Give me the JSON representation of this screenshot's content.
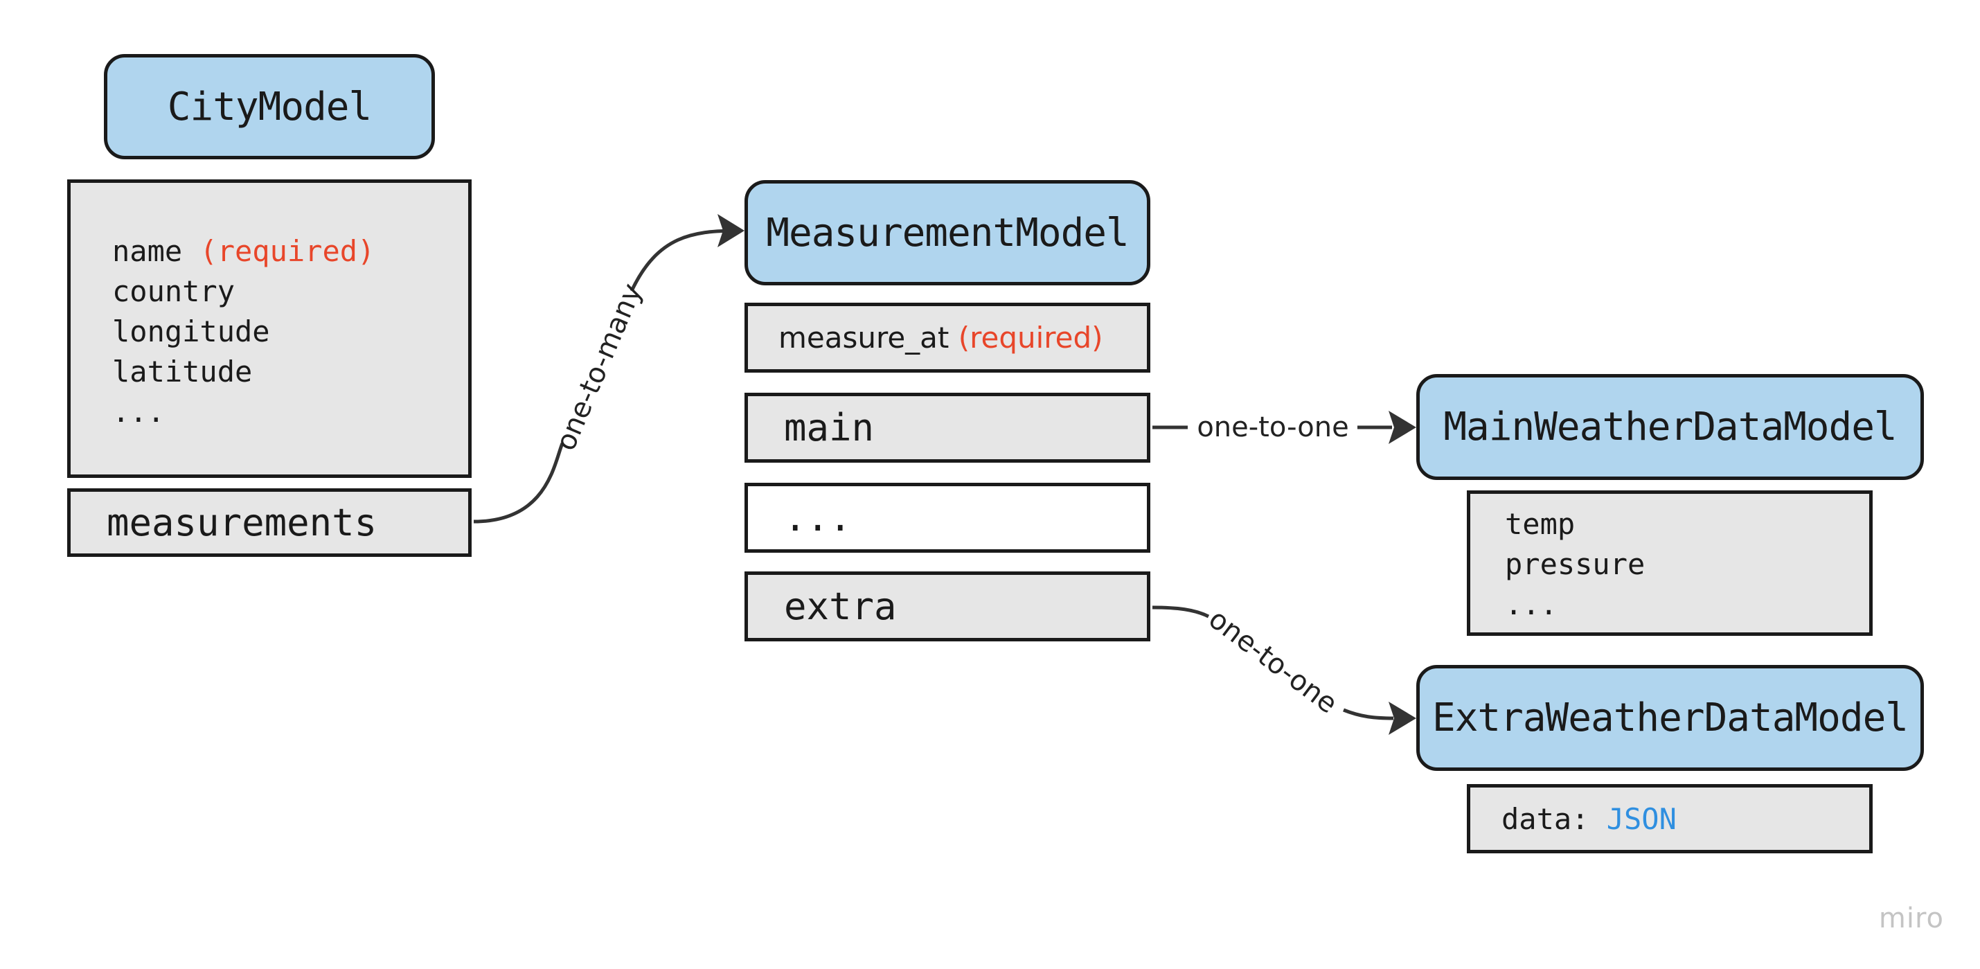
{
  "city_model": {
    "title": "CityModel",
    "fields": {
      "name": "name",
      "name_note": "(required)",
      "country": "country",
      "longitude": "longitude",
      "latitude": "latitude",
      "more": "..."
    },
    "measurements": "measurements"
  },
  "measurement_model": {
    "title": "MeasurementModel",
    "measure_at": "measure_at",
    "measure_at_note": "(required)",
    "main": "main",
    "more": "...",
    "extra": "extra"
  },
  "main_weather_model": {
    "title": "MainWeatherDataModel",
    "fields": {
      "temp": "temp",
      "pressure": "pressure",
      "more": "..."
    }
  },
  "extra_weather_model": {
    "title": "ExtraWeatherDataModel",
    "data_label": "data:",
    "data_type": "JSON"
  },
  "relations": {
    "measurements": "one-to-many",
    "main": "one-to-one",
    "extra": "one-to-one"
  },
  "watermark": "miro",
  "colors": {
    "title_fill": "#b0d5ee",
    "field_fill": "#e6e6e6",
    "required": "#e8462a",
    "json_type": "#2f8fe0",
    "stroke": "#1a1a1a"
  }
}
